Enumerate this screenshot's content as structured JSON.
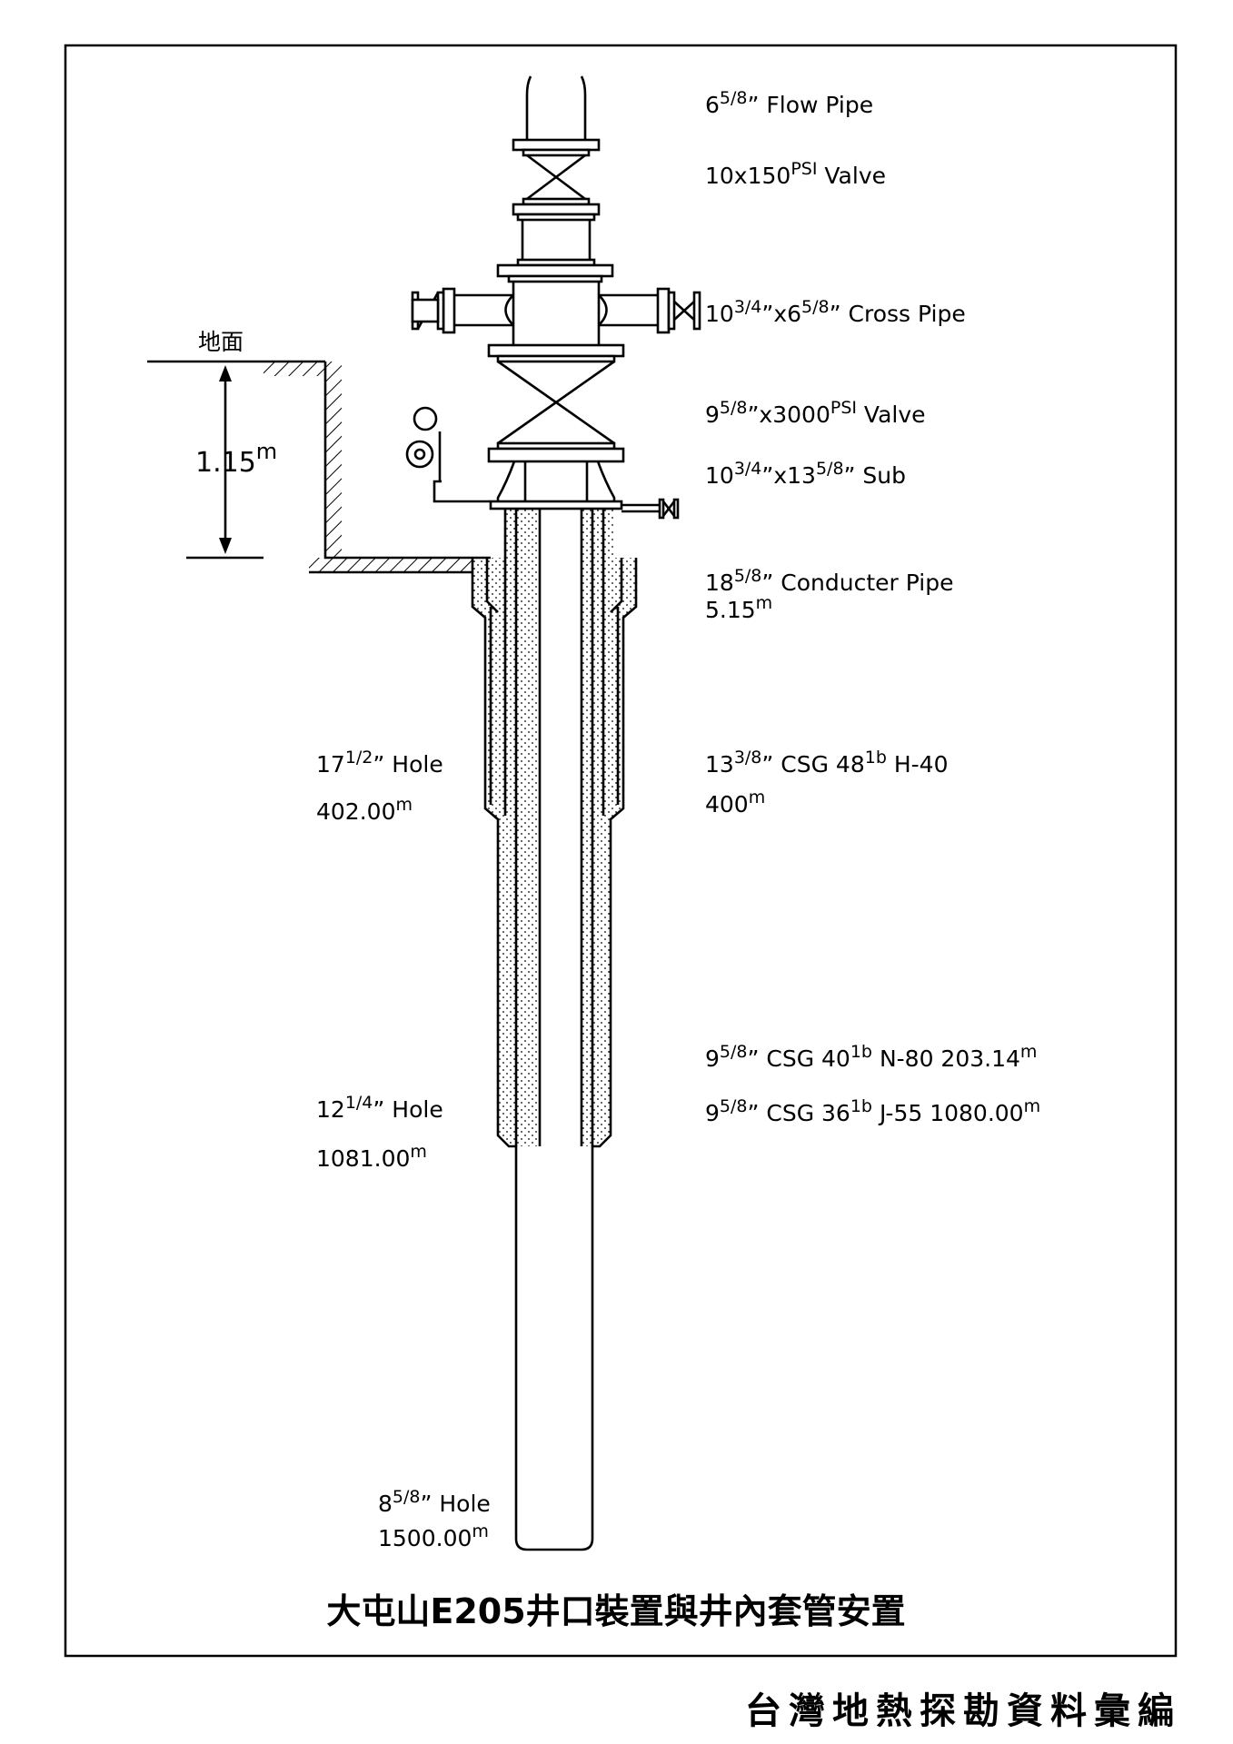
{
  "title": "大屯山E205井口裝置與井內套管安置",
  "footer": "台灣地熱探勘資料彙編",
  "ground": {
    "label": "地面",
    "depth": "1.15",
    "depth_unit": "m"
  },
  "labels": {
    "flow_pipe": {
      "base": "6",
      "frac": "5/8",
      "tail": "”  Flow Pipe"
    },
    "valve_top": {
      "base": "10x150",
      "sup": "PSI",
      "tail": "  Valve"
    },
    "cross_pipe": {
      "a": "10",
      "a_frac": "3/4",
      "b": "”x6",
      "b_frac": "5/8",
      "tail": "”   Cross Pipe"
    },
    "valve_main": {
      "a": "9",
      "a_frac": "5/8",
      "b": "”x3000",
      "b_sup": "PSI",
      "tail": "  Valve"
    },
    "sub": {
      "a": "10",
      "a_frac": "3/4",
      "b": "”x13",
      "b_frac": "5/8",
      "tail": "”   Sub"
    },
    "conductor": {
      "a": "18",
      "a_frac": "5/8",
      "tail": "”  Conducter Pipe",
      "depth": "5.15",
      "unit": "m"
    },
    "csg_1338": {
      "a": "13",
      "a_frac": "3/8",
      "b": "”  CSG  48",
      "b_sup": "1b",
      "tail": "  H-40",
      "depth": "400",
      "unit": "m"
    },
    "hole_1712": {
      "a": "17",
      "a_frac": "1/2",
      "tail": "”  Hole",
      "depth": "402.00",
      "unit": "m"
    },
    "csg_958_n80": {
      "a": "9",
      "a_frac": "5/8",
      "b": "”  CSG  40",
      "b_sup": "1b",
      "tail": "  N-80  203.14",
      "unit": "m"
    },
    "csg_958_j55": {
      "a": "9",
      "a_frac": "5/8",
      "b": "”  CSG  36",
      "b_sup": "1b",
      "tail": "  J-55  1080.00",
      "unit": "m"
    },
    "hole_1214": {
      "a": "12",
      "a_frac": "1/4",
      "tail": "”  Hole",
      "depth": "1081.00",
      "unit": "m"
    },
    "hole_858": {
      "a": "8",
      "a_frac": "5/8",
      "tail": "”  Hole",
      "depth": "1500.00",
      "unit": "m"
    }
  }
}
